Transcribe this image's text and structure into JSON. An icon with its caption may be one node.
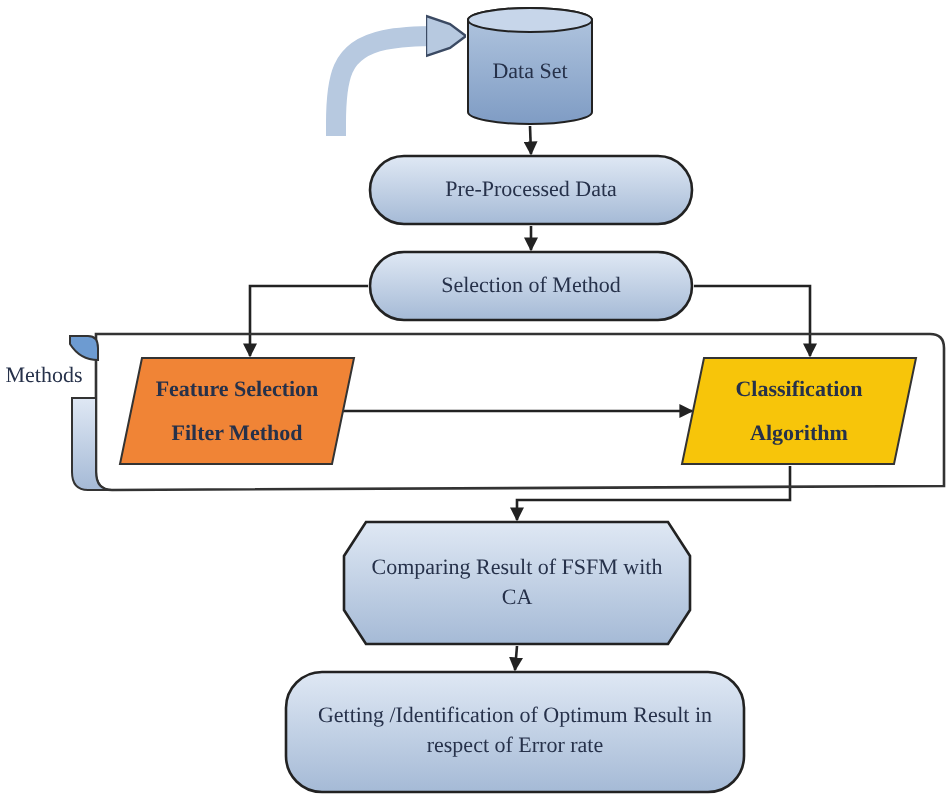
{
  "diagram": {
    "nodes": [
      {
        "text": [
          "Data Set"
        ]
      },
      {
        "text": [
          "Pre-Processed Data"
        ]
      },
      {
        "text": [
          "Selection of Method"
        ]
      },
      {
        "text": [
          "Methods"
        ]
      },
      {
        "text": [
          "Feature Selection Filter Method"
        ],
        "in": 3
      },
      {
        "text": [
          "Classification Algorithm"
        ],
        "in": 3
      },
      {
        "text": [
          "Comparing Result of FSFM with CA"
        ]
      },
      {
        "text": [
          "Getting /Identification of Optimum Result in respect of Error rate"
        ]
      }
    ],
    "edges": [
      {
        "from": 0,
        "to": 1,
        "arrow": "to"
      },
      {
        "from": 1,
        "to": 2,
        "arrow": "to"
      },
      {
        "from": 2,
        "to": 4,
        "arrow": "to"
      },
      {
        "from": 2,
        "to": 5,
        "arrow": "to"
      },
      {
        "from": 4,
        "to": 5,
        "arrow": "to"
      },
      {
        "from": 5,
        "to": 6,
        "arrow": "to"
      },
      {
        "from": 6,
        "to": 7,
        "arrow": "to"
      },
      {
        "from": null,
        "to": 0,
        "arrow": "to",
        "style": "thick",
        "color": "#b7c9e0"
      }
    ]
  }
}
